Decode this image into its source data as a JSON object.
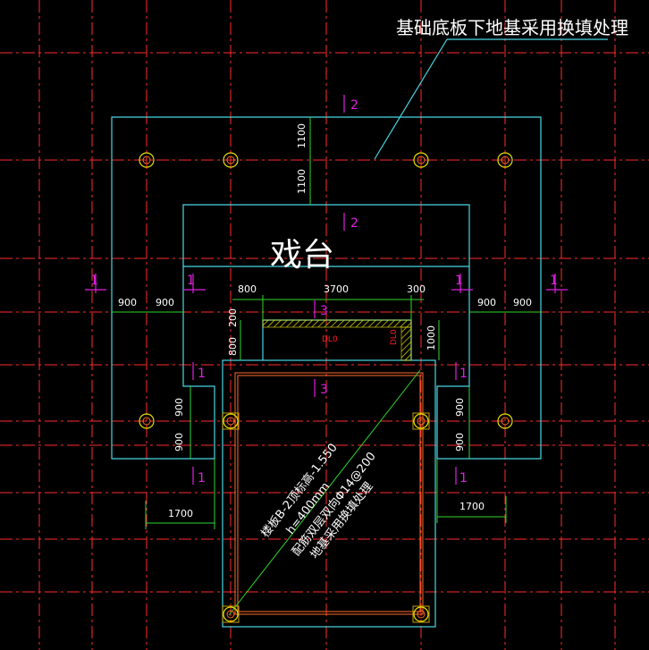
{
  "colors": {
    "background": "#000000",
    "grid": "#ff2b2b",
    "grid_dash": "#ff5a5a",
    "outline": "#49d6e6",
    "dimension": "#2fd62f",
    "text": "#ffffff",
    "section": "#e020e0",
    "column": "#e8e000",
    "slab": "#ff6b2b",
    "hatch": "#e8e000",
    "label_red": "#ff2020"
  },
  "icons": {
    "column": "column-circle-icon",
    "section": "section-mark-icon"
  },
  "annotation": {
    "leader_text": "基础底板下地基采用换填处理"
  },
  "titles": {
    "stage": "戏台"
  },
  "sections": {
    "s1": "1",
    "s2": "2",
    "s3": "3"
  },
  "dims": {
    "d1100": "1100",
    "d900": "900",
    "d800": "800",
    "d3700": "3700",
    "d300": "300",
    "d200": "200",
    "d1000": "1000",
    "d1700": "1700"
  },
  "labels": {
    "dl0": "DL0"
  },
  "slab_note": {
    "line1": "楼板B-2顶标高-1.550",
    "line2": "h=400mm",
    "line3": "配筋双层双向Φ14@200",
    "line4": "地基采用换填处理"
  }
}
